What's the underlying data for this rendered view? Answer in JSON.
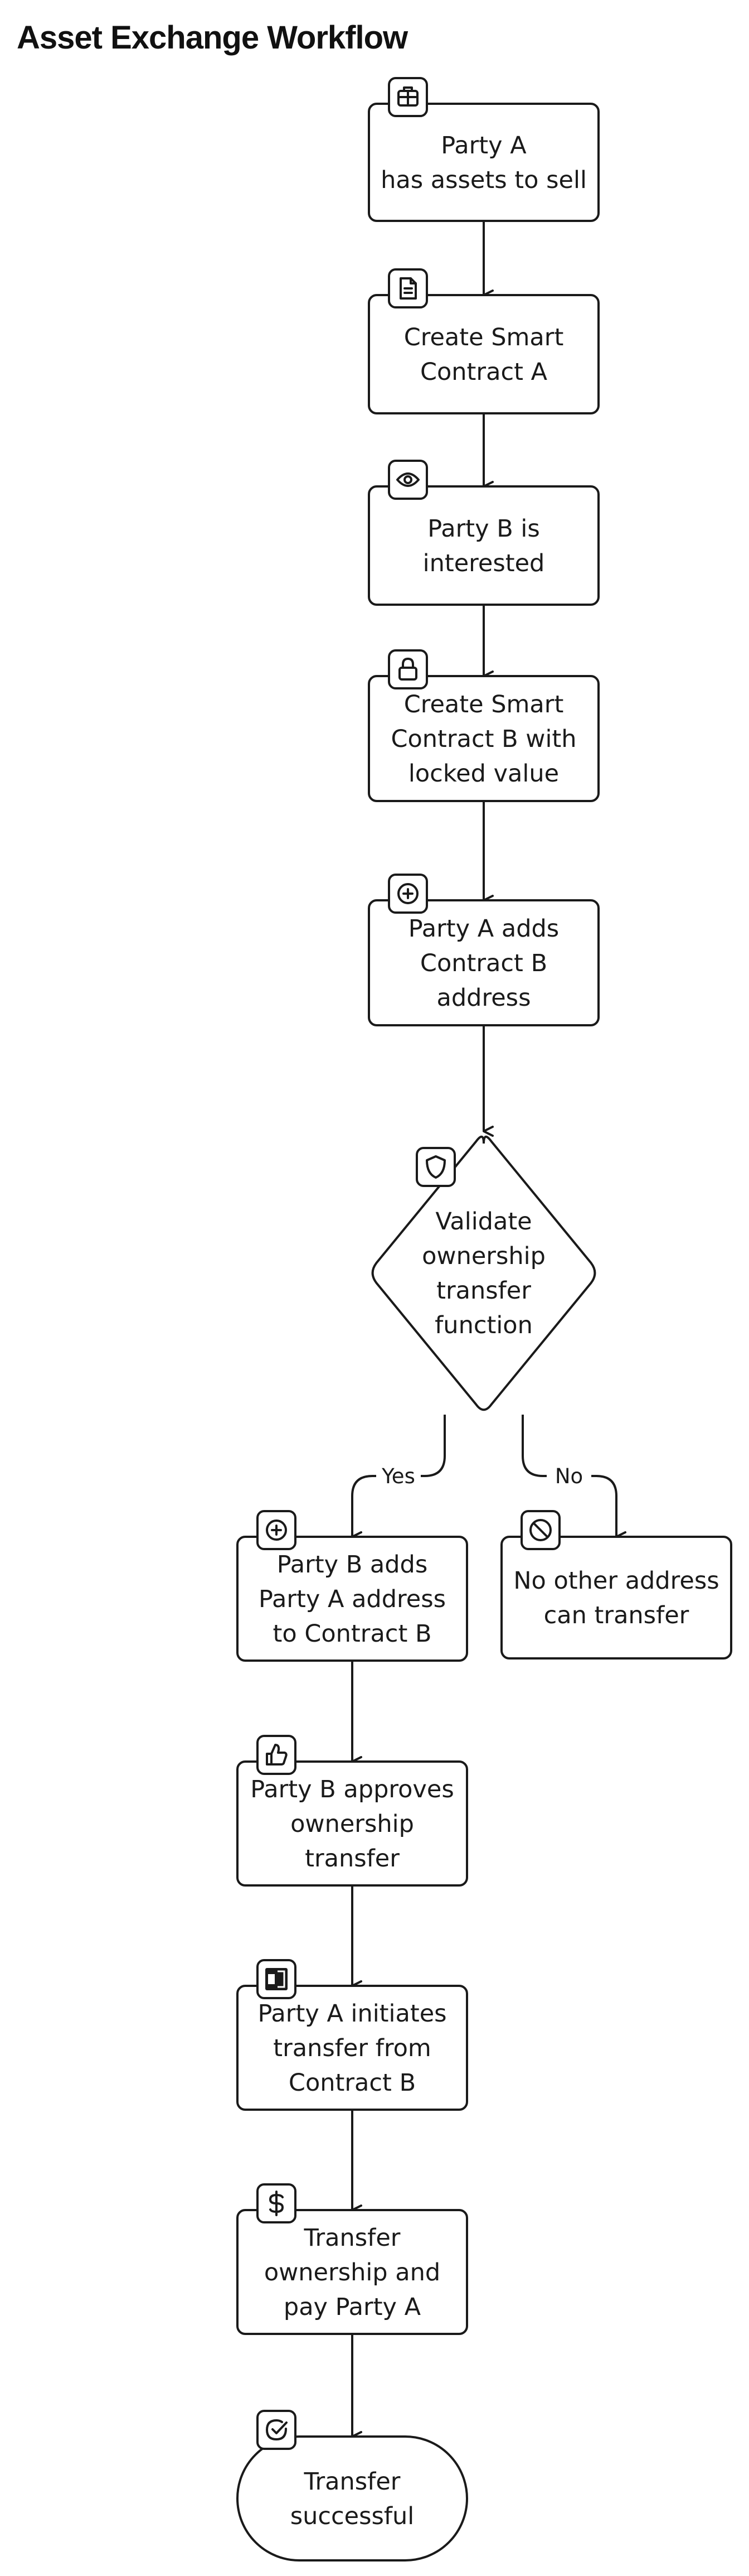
{
  "title": "Asset Exchange Workflow",
  "nodes": {
    "has_assets": "Party A has assets to sell",
    "create_contract_a": "Create Smart Contract A",
    "b_interested": "Party B is interested",
    "create_contract_b": "Create Smart Contract B with locked value",
    "a_adds_address": "Party A adds Contract B address",
    "validate": "Validate ownership transfer function",
    "b_adds_address": "Party B adds Party A address to Contract B",
    "no_other": "No other address can transfer",
    "b_approves": "Party B approves ownership transfer",
    "a_initiates": "Party A initiates transfer from Contract B",
    "transfer_pay": "Transfer ownership and pay Party A",
    "success": "Transfer successful"
  },
  "edges": {
    "yes": "Yes",
    "no": "No"
  },
  "icons": {
    "has_assets": "briefcase-icon",
    "create_contract_a": "document-icon",
    "b_interested": "eye-icon",
    "create_contract_b": "lock-icon",
    "a_adds_address": "plus-circle-icon",
    "validate": "shield-icon",
    "b_adds_address": "plus-circle-icon",
    "no_other": "prohibited-icon",
    "b_approves": "thumbs-up-icon",
    "a_initiates": "exchange-logo-icon",
    "transfer_pay": "dollar-icon",
    "success": "check-circle-icon"
  }
}
